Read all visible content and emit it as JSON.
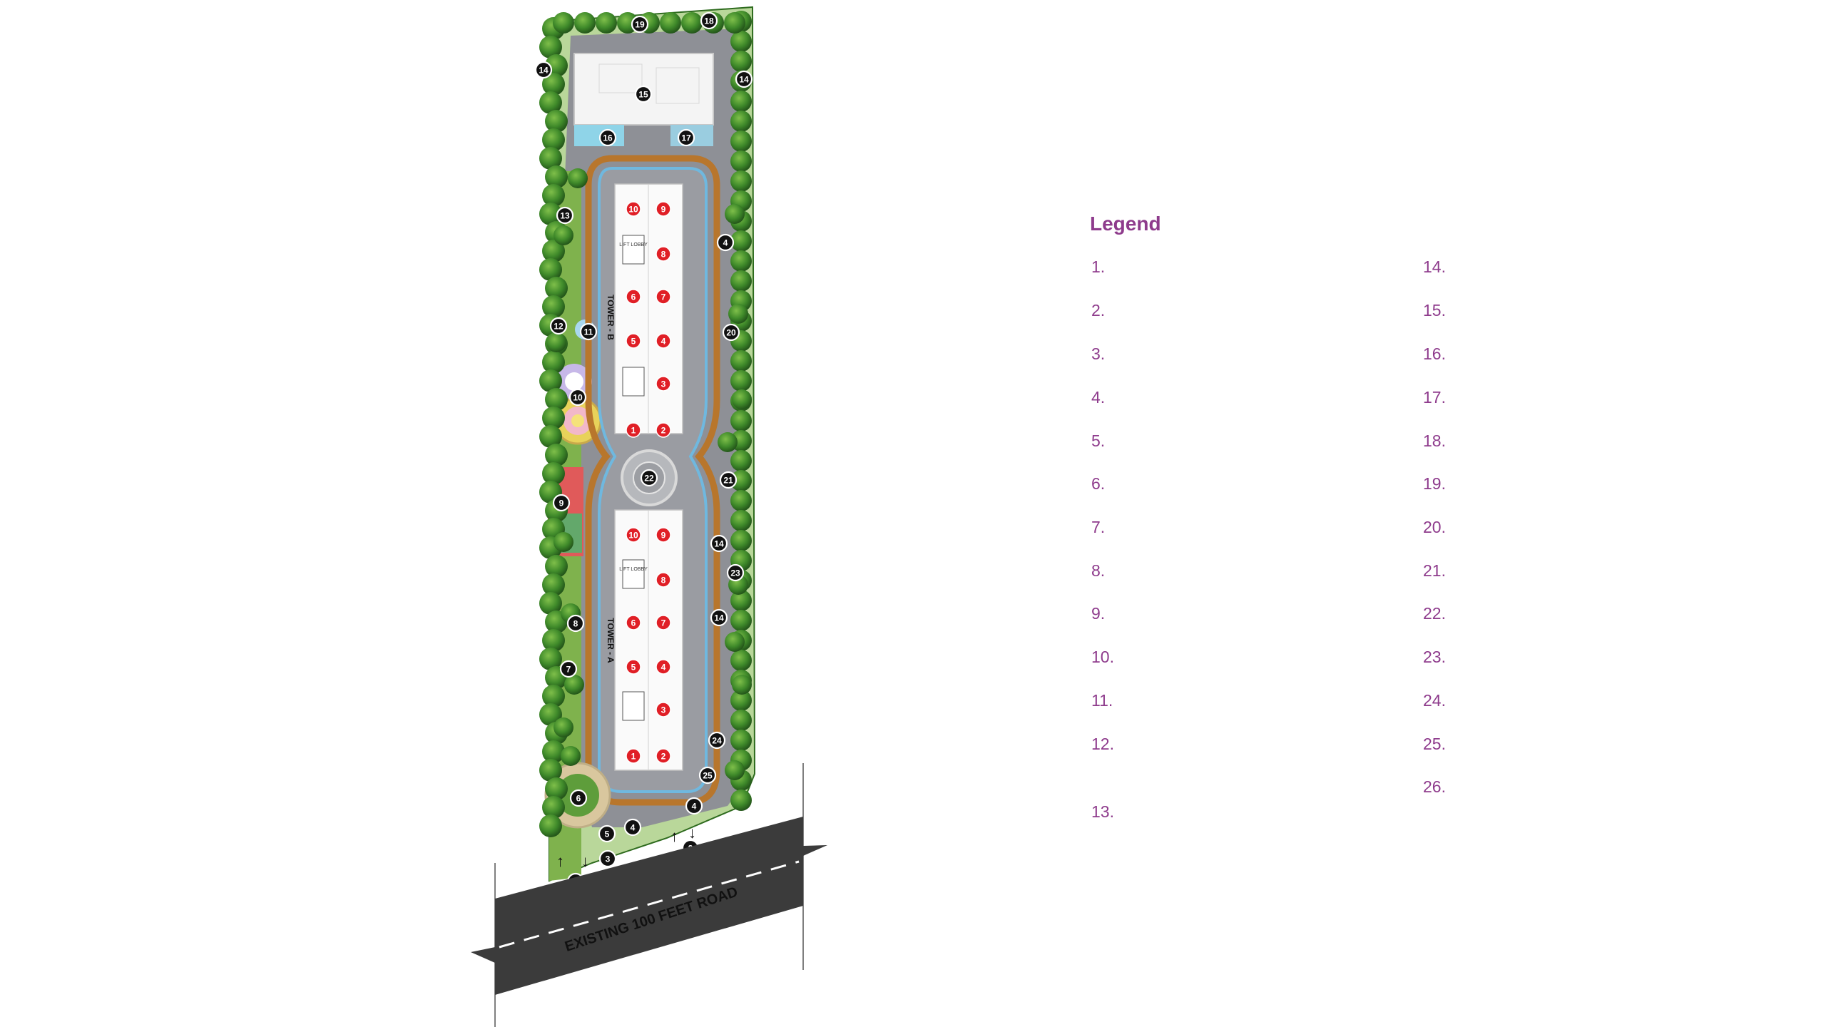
{
  "legend": {
    "title": "Legend",
    "items_left": [
      "1.",
      "2.",
      "3.",
      "4.",
      "5.",
      "6.",
      "7.",
      "8.",
      "9.",
      "10.",
      "11.",
      "12.",
      "13."
    ],
    "items_right": [
      "14.",
      "15.",
      "16.",
      "17.",
      "18.",
      "19.",
      "20.",
      "21.",
      "22.",
      "23.",
      "24.",
      "25.",
      "26."
    ]
  },
  "map": {
    "road_label": "EXISTING 100 FEET ROAD",
    "tower_b_label": "TOWER - B",
    "tower_a_label": "TOWER - A",
    "lift_lobby_label": "LIFT LOBBY",
    "markers": [
      "1",
      "2",
      "3",
      "4",
      "4",
      "4",
      "5",
      "6",
      "7",
      "8",
      "9",
      "10",
      "11",
      "12",
      "13",
      "14",
      "14",
      "14",
      "14",
      "15",
      "16",
      "17",
      "18",
      "19",
      "20",
      "21",
      "22",
      "23",
      "24",
      "25"
    ],
    "unit_numbers": [
      "1",
      "2",
      "3",
      "4",
      "5",
      "6",
      "7",
      "8",
      "9",
      "10"
    ],
    "colors": {
      "landscape_green": "#4f8f2e",
      "road_asphalt": "#3b3b3b",
      "track_orange": "#b8762c",
      "marker_black": "#111111",
      "unit_red": "#e01f26",
      "legend_purple": "#8e3b8c"
    }
  }
}
